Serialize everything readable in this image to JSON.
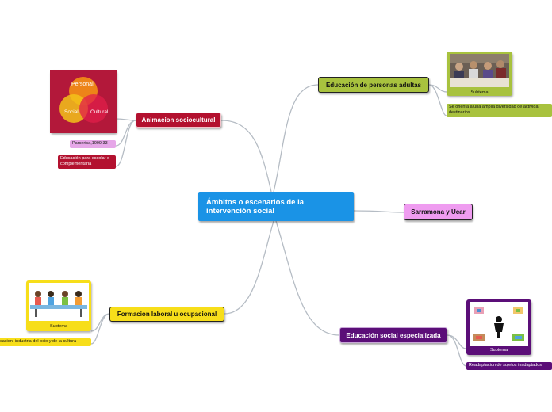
{
  "central": {
    "title": "Ámbitos o escenarios de la intervención social"
  },
  "branches": {
    "adultas": {
      "label": "Educación de personas adultas",
      "subtema": "Subtema",
      "note": "Se orienta a una amplia diversidad de activida destinarios"
    },
    "animacion": {
      "label": "Animacion sociocultural",
      "venn": {
        "top": "Personal",
        "left": "Social",
        "right": "Cultural"
      },
      "cite": "Parcerisa,1999;33",
      "note": "Educación para escolar o complementaria"
    },
    "sarramona": {
      "label": "Sarramona y Ucar"
    },
    "formacion": {
      "label": "Formacion laboral u ocupacional",
      "subtema": "Subtema",
      "note": "cacion, industria del ocio y de la cultura"
    },
    "especial": {
      "label": "Educación social especializada",
      "subtema": "Subtema",
      "note": "Readaptacion de sujetos inadaptados"
    }
  },
  "colors": {
    "central": "#1a93e6",
    "adultas": "#a8c23e",
    "animacion": "#b3112f",
    "sarramona": "#ef9cf0",
    "formacion": "#f7de1a",
    "especial": "#5b0e78",
    "connector": "#b5bcc4"
  },
  "icons": [
    "classroom-photo",
    "venn-diagram",
    "students-illustration",
    "person-network-icon"
  ]
}
